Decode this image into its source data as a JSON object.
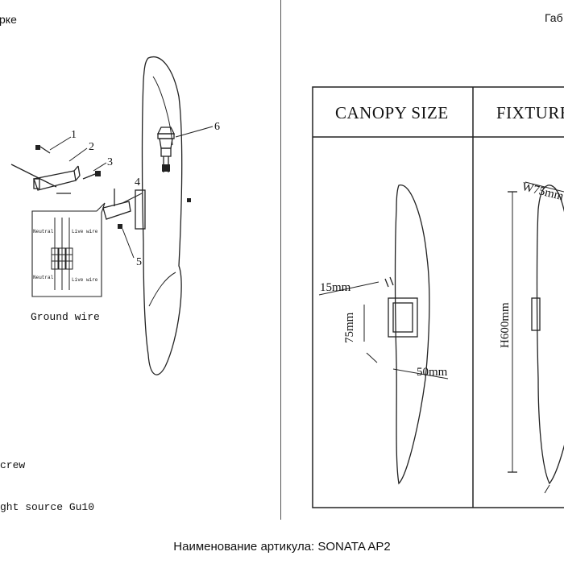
{
  "header": {
    "left_text": "рке",
    "right_text": "Габ"
  },
  "assembly": {
    "part_numbers": [
      "1",
      "2",
      "3",
      "4",
      "5",
      "6"
    ],
    "wiring_labels": {
      "neutral_top": "Neutral",
      "live_top": "Live wire",
      "neutral_bottom": "Neutral",
      "live_bottom": "Live wire"
    },
    "ground_wire": "Ground wire"
  },
  "parts_list": {
    "screw": "crew",
    "light_source": "ght source Gu10"
  },
  "dimensions": {
    "canopy_title": "CANOPY SIZE",
    "fixture_title": "FIXTURE",
    "canopy_depth": "15mm",
    "canopy_height": "75mm",
    "canopy_width": "50mm",
    "fixture_width": "W75mm",
    "fixture_height": "H600mm"
  },
  "footer": {
    "article": "Наименование артикула: SONATA  AP2"
  }
}
